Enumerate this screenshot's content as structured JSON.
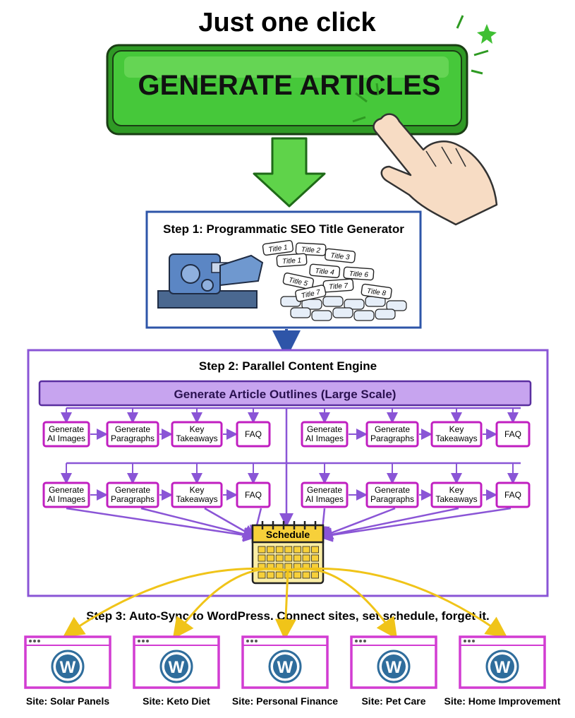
{
  "headline": "Just one click",
  "generate_button": {
    "label": "GENERATE ARTICLES"
  },
  "step1": {
    "title": "Step 1: Programmatic SEO Title Generator",
    "titles": [
      "Title 1",
      "Title 2",
      "Title 3",
      "Title 1",
      "Title 4",
      "Title 6",
      "Title 5",
      "Title 7",
      "Title 8",
      "Title 7"
    ]
  },
  "step2": {
    "title": "Step 2: Parallel Content Engine",
    "outline_bar": "Generate Article Outlines (Large Scale)",
    "task_labels": [
      "Generate AI Images",
      "Generate Paragraphs",
      "Key Takeaways",
      "FAQ"
    ],
    "schedule_label": "Schedule"
  },
  "step3": {
    "title": "Step 3: Auto-Sync to WordPress. Connect sites, set schedule, forget it.",
    "sites": [
      {
        "label": "Site: Solar Panels"
      },
      {
        "label": "Site: Keto Diet"
      },
      {
        "label": "Site: Personal Finance"
      },
      {
        "label": "Site: Pet Care"
      },
      {
        "label": "Site: Home Improvement"
      }
    ]
  },
  "colors": {
    "button_green": "#46c83a",
    "arrow_green": "#5fd34a",
    "step1_border": "#2e55a8",
    "step2_border": "#8a55d6",
    "outline_bar": "#c7a4ef",
    "task_border": "#c01fc0",
    "schedule_yellow": "#f7d03a",
    "sync_arrow": "#f0c419",
    "site_border": "#d23cd2",
    "wp_blue": "#2f6d9c"
  }
}
